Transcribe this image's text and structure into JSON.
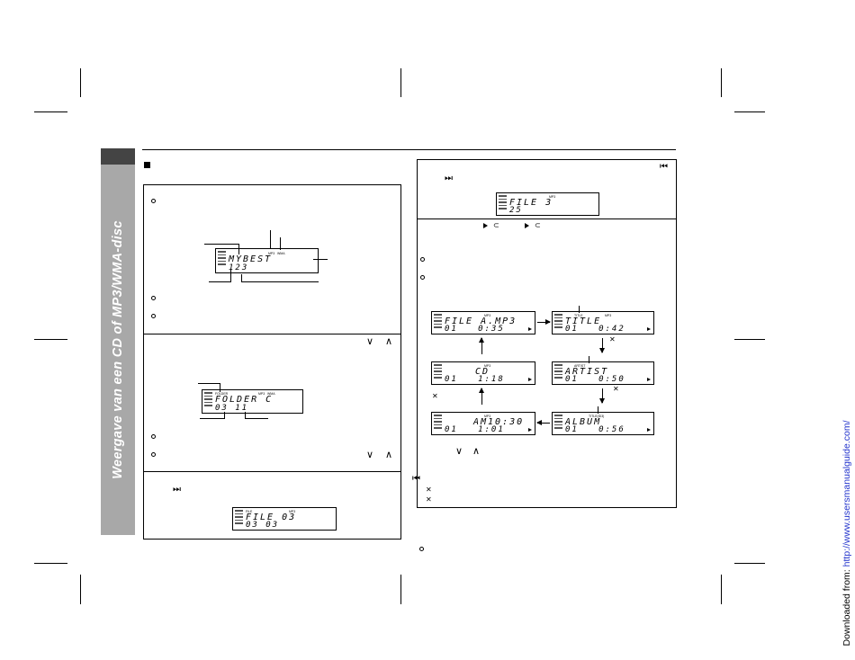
{
  "sidebar": {
    "title": "Weergave van een CD of MP3/WMA-disc"
  },
  "footer": {
    "downloaded_label": "Downloaded from: ",
    "url": "http://www.usersmanualguide.com/"
  },
  "lcd": {
    "mybest": {
      "line1": "MYBEST",
      "line2": "123",
      "tags": [
        "MP3",
        "WMA"
      ]
    },
    "folder": {
      "line1": "FOLDER C",
      "line2": "03 11",
      "tags": [
        "FOLDER",
        "MP3",
        "WMA"
      ]
    },
    "file_03": {
      "line1": "FILE 03",
      "line2": "03 03",
      "tags": [
        "FILE",
        "MP3"
      ]
    },
    "file_3": {
      "line1": "FILE 3",
      "line2": "25",
      "tags": [
        "MP3"
      ]
    },
    "file_mp3": {
      "line1": "FILE A.MP3",
      "line2": "01   0:35",
      "tags": [
        "MP3"
      ]
    },
    "title": {
      "line1": "TITLE",
      "line2": "01   0:42",
      "tags": [
        "TITLE",
        "MP3"
      ]
    },
    "cd": {
      "line1": "CD",
      "line2": "01   1:18",
      "tags": [
        "MP3"
      ]
    },
    "artist": {
      "line1": "ARTIST",
      "line2": "01   0:50",
      "tags": [
        "ARTIST"
      ]
    },
    "am": {
      "line1": "AM10:30",
      "line2": "01   1:01",
      "tags": [
        "MP3"
      ]
    },
    "album": {
      "line1": "ALBUM",
      "line2": "01   0:56",
      "tags": [
        "TITLE(ID3)"
      ]
    }
  },
  "icons": {
    "skip_prev": "⏮",
    "skip_next": "⏭",
    "down": "∨",
    "up": "∧",
    "cross": "✕"
  }
}
